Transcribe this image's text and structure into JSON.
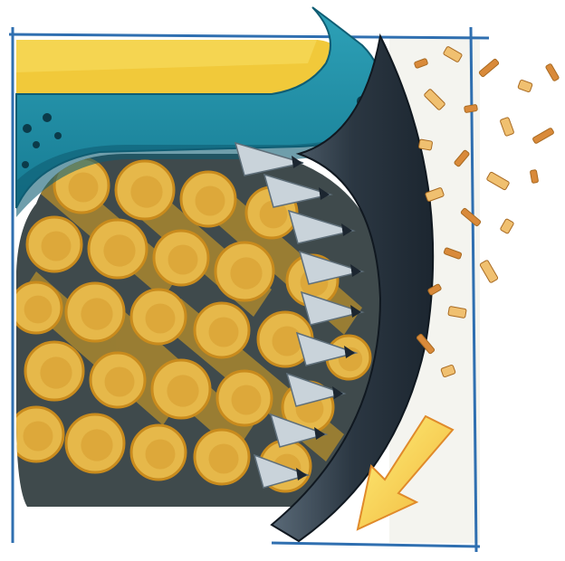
{
  "illustration": {
    "subject": "wood-chipper-drum",
    "elements": [
      "frame",
      "yellow-panel",
      "feed-hood",
      "log-bundle",
      "cutter-drum",
      "knives",
      "wood-chips",
      "discharge-arrow"
    ]
  },
  "colors": {
    "frame_blue": "#2f6fb0",
    "hood_teal": "#1e8fa8",
    "hood_dark": "#0f5d73",
    "panel_yellow": "#f1c93a",
    "log_face": "#e6b84a",
    "log_core": "#d59a2e",
    "log_rim": "#c98b1d",
    "gap_dark": "#3f4a4c",
    "drum_dark": "#2e3a45",
    "knife_light": "#c9d3da",
    "chip_orange": "#d98a3a",
    "chip_light": "#f0c070",
    "arrow_yellow": "#f5e33a",
    "arrow_orange": "#f0a640",
    "paper": "#f4f4ef"
  }
}
